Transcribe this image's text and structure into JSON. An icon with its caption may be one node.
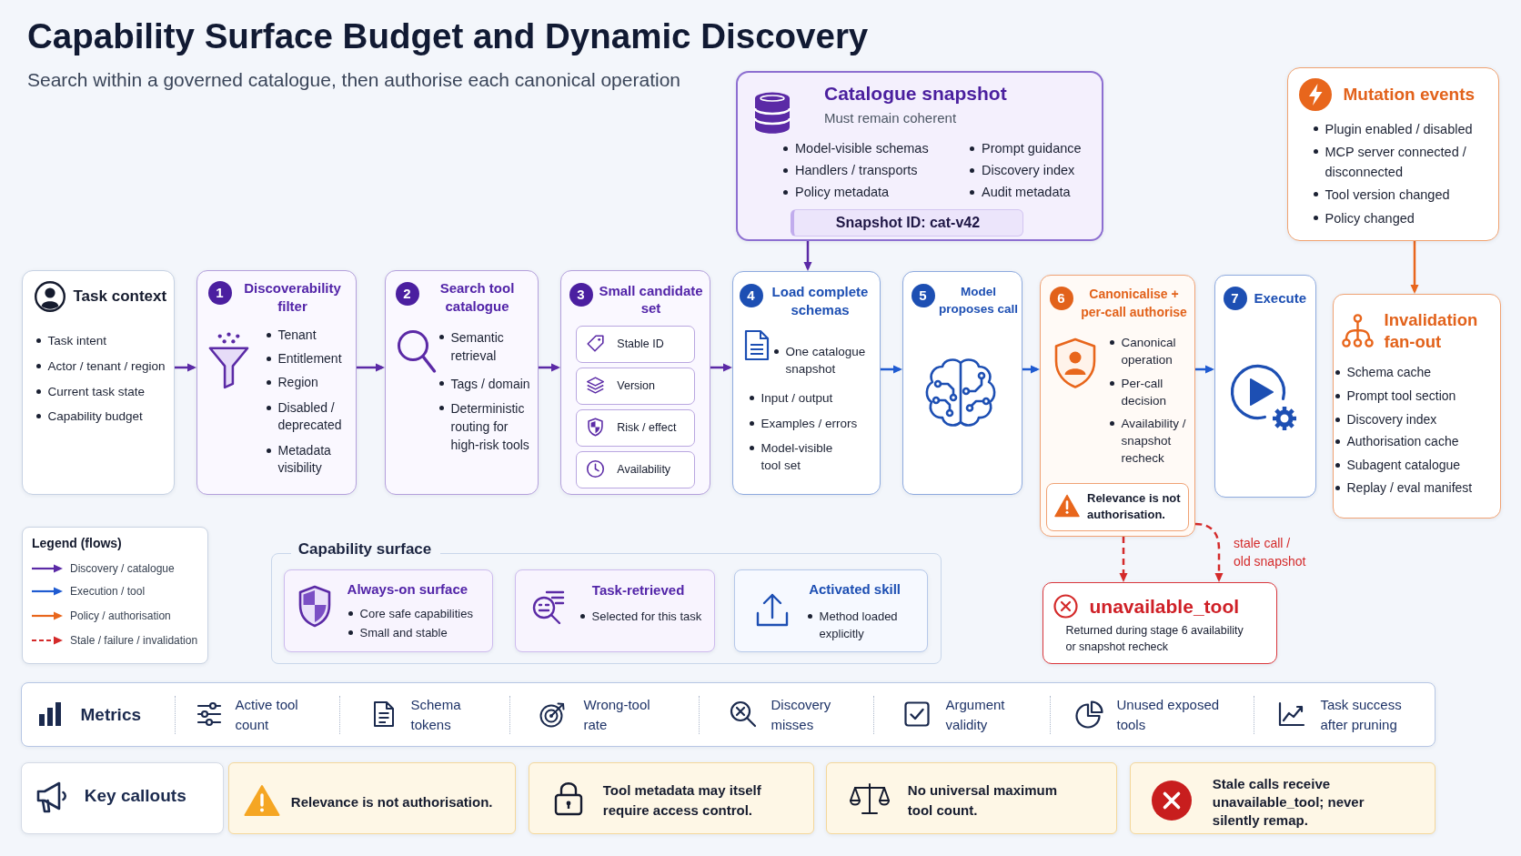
{
  "diagram": {
    "title": "Capability Surface Budget and Dynamic Discovery",
    "nodes": [
      {
        "text": [
          "Catalogue snapshot",
          "Must remain coherent",
          "Model-visible schemas",
          "Handlers / transports",
          "Policy metadata",
          "Prompt guidance",
          "Discovery index",
          "Audit metadata"
        ]
      },
      {
        "text": [
          "Snapshot ID: cat-v42"
        ],
        "in": 0
      },
      {
        "text": [
          "Mutation events",
          "Plugin enabled / disabled",
          "MCP server connected / disconnected",
          "Tool version changed",
          "Policy changed"
        ]
      },
      {
        "text": [
          "Task context",
          "Task intent",
          "Actor / tenant / region",
          "Current task state",
          "Capability budget"
        ]
      },
      {
        "text": [
          "1",
          "Discoverability filter",
          "Tenant",
          "Entitlement",
          "Region",
          "Disabled / deprecated",
          "Metadata visibility"
        ]
      },
      {
        "text": [
          "2",
          "Search tool catalogue",
          "Semantic retrieval",
          "Tags / domain",
          "Deterministic routing for high-risk tools"
        ]
      },
      {
        "text": [
          "3",
          "Small candidate set"
        ]
      },
      {
        "text": [
          "Stable ID"
        ],
        "in": 6
      },
      {
        "text": [
          "Version"
        ],
        "in": 6
      },
      {
        "text": [
          "Risk / effect"
        ],
        "in": 6
      },
      {
        "text": [
          "Availability"
        ],
        "in": 6
      },
      {
        "text": [
          "4",
          "Load complete schemas",
          "One catalogue snapshot",
          "Input / output",
          "Examples / errors",
          "Model-visible tool set"
        ]
      },
      {
        "text": [
          "5",
          "Model proposes call"
        ]
      },
      {
        "text": [
          "6",
          "Canonicalise + per-call authorise",
          "Canonical operation",
          "Per-call decision",
          "Availability / snapshot recheck"
        ]
      },
      {
        "text": [
          "Relevance is not authorisation."
        ],
        "in": 13
      },
      {
        "text": [
          "7",
          "Execute"
        ]
      },
      {
        "text": [
          "Invalidation fan-out",
          "Schema cache",
          "Prompt tool section",
          "Discovery index",
          "Authorisation cache",
          "Subagent catalogue",
          "Replay / eval manifest"
        ]
      },
      {
        "text": [
          "Capability surface"
        ]
      },
      {
        "text": [
          "Always-on surface",
          "Core safe capabilities",
          "Small and stable"
        ],
        "in": 17
      },
      {
        "text": [
          "Task-retrieved",
          "Selected for this task"
        ],
        "in": 17
      },
      {
        "text": [
          "Activated skill",
          "Method loaded explicitly"
        ],
        "in": 17
      },
      {
        "text": [
          "unavailable_tool",
          "Returned during stage 6 availability or snapshot recheck"
        ]
      },
      {
        "text": [
          "Metrics",
          "Active tool count",
          "Schema tokens",
          "Wrong-tool rate",
          "Discovery misses",
          "Argument validity",
          "Unused exposed tools",
          "Task success after pruning"
        ]
      },
      {
        "text": [
          "Key callouts"
        ]
      },
      {
        "text": [
          "Relevance is not authorisation."
        ]
      },
      {
        "text": [
          "Tool metadata may itself require access control."
        ]
      },
      {
        "text": [
          "No universal maximum tool count."
        ]
      },
      {
        "text": [
          "Stale calls receive unavailable_tool; never silently remap."
        ]
      }
    ],
    "edges": [
      {
        "from": 3,
        "to": 4,
        "arrow": "to"
      },
      {
        "from": 4,
        "to": 5,
        "arrow": "to"
      },
      {
        "from": 5,
        "to": 6,
        "arrow": "to"
      },
      {
        "from": 6,
        "to": 11,
        "arrow": "to"
      },
      {
        "from": 0,
        "to": 11,
        "arrow": "to"
      },
      {
        "from": 11,
        "to": 12,
        "arrow": "to",
        "color": "#1f5bd1"
      },
      {
        "from": 12,
        "to": 13,
        "arrow": "to",
        "color": "#1f5bd1"
      },
      {
        "from": 13,
        "to": 15,
        "arrow": "to",
        "color": "#1f5bd1"
      },
      {
        "from": 2,
        "to": 16,
        "arrow": "to",
        "color": "#e8661c"
      },
      {
        "from": 13,
        "to": 21,
        "arrow": "to",
        "style": "dashed",
        "color": "#d42a2a"
      },
      {
        "from": 13,
        "to": 21,
        "arrow": "to",
        "style": "dashed",
        "color": "#d42a2a",
        "label": "stale call / old snapshot"
      }
    ],
    "labels": [
      "Search within a governed catalogue, then authorise each canonical operation",
      "Legend (flows)"
    ],
    "legend": [
      {
        "text": "Discovery / catalogue"
      },
      {
        "text": "Execution / tool"
      },
      {
        "text": "Policy / authorisation"
      },
      {
        "text": "Stale / failure / invalidation"
      }
    ]
  }
}
